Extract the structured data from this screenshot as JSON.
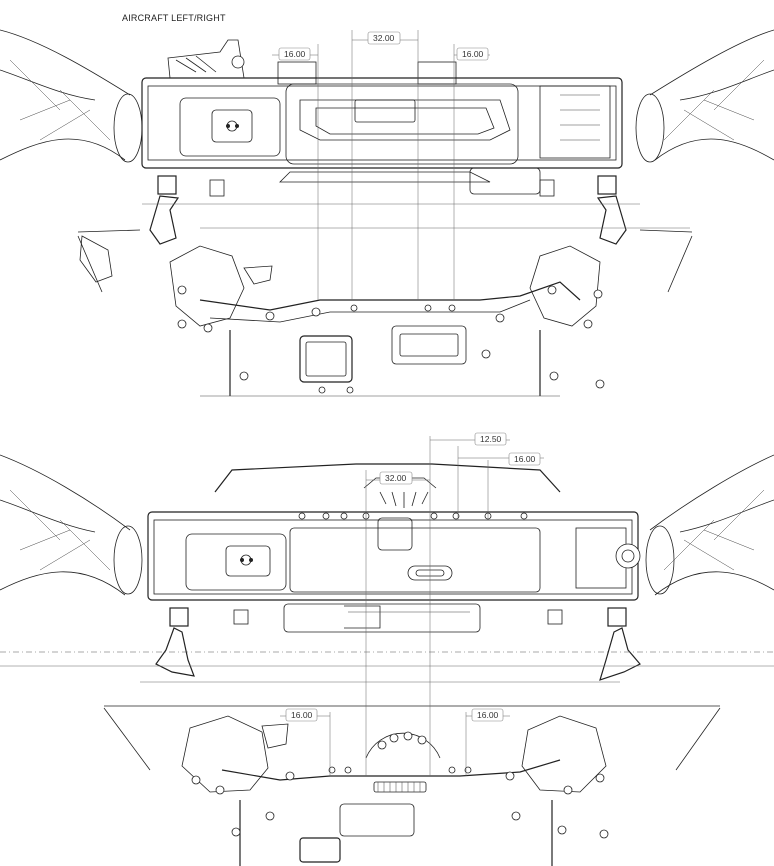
{
  "title": "AIRCRAFT LEFT/RIGHT",
  "top_view": {
    "dims": [
      "16.00",
      "32.00",
      "16.00"
    ]
  },
  "bottom_view": {
    "dims_top": [
      "12.50",
      "16.00",
      "32.00"
    ],
    "dims_bottom": [
      "16.00",
      "16.00"
    ]
  }
}
